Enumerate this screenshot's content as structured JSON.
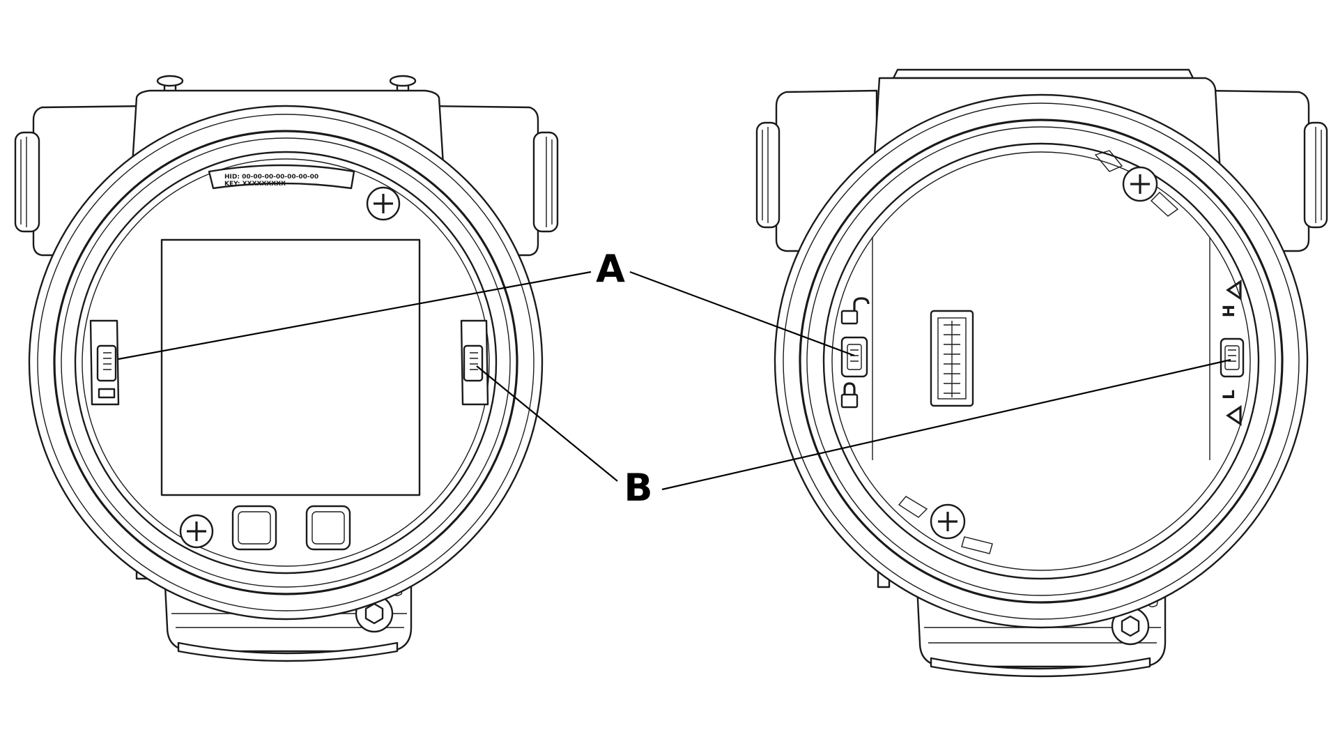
{
  "callouts": {
    "a": "A",
    "b": "B"
  },
  "front_view": {
    "nameplate_line1": "HID: 00-00-00-00-00-00-00",
    "nameplate_line2": "KEY: XXXXXXXXX"
  },
  "rear_view": {
    "high_side_label": "H",
    "low_side_label": "L",
    "high_side_symbol": "delta-icon",
    "low_side_symbol": "delta-icon",
    "unlock_symbol": "unlocked-padlock-icon",
    "lock_symbol": "locked-padlock-icon"
  },
  "colors": {
    "line": "#1a1a1a",
    "background": "#ffffff"
  }
}
